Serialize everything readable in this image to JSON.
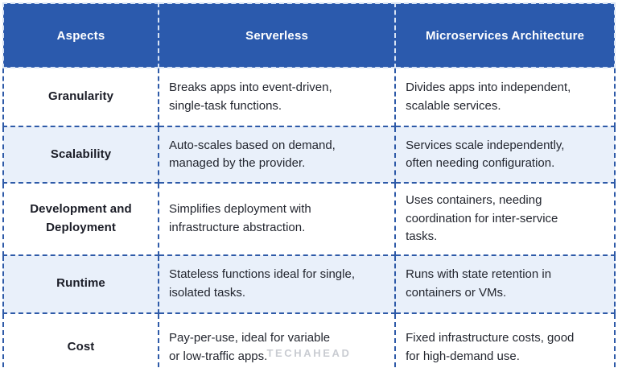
{
  "colors": {
    "header_bg": "#2B5AAD",
    "header_text": "#FFFFFF",
    "header_border_dashed": "#D8E3F4",
    "body_border_dashed": "#2E5AA8",
    "row_bg": "#FFFFFF",
    "row_alt_bg": "#E9F0FA",
    "body_text": "#23262F",
    "aspect_text": "#1A1C26",
    "watermark_text": "#C9CCD2"
  },
  "table": {
    "columns": [
      {
        "label": "Aspects"
      },
      {
        "label": "Serverless"
      },
      {
        "label": "Microservices Architecture"
      }
    ],
    "rows": [
      {
        "aspect": "Granularity",
        "serverless": "Breaks apps into event-driven,\nsingle-task functions.",
        "microservices": "Divides apps into independent,\nscalable services."
      },
      {
        "aspect": "Scalability",
        "serverless": "Auto-scales based on demand,\nmanaged by the provider.",
        "microservices": "Services scale independently,\noften needing configuration."
      },
      {
        "aspect": "Development and\nDeployment",
        "serverless": "Simplifies deployment with\ninfrastructure abstraction.",
        "microservices": "Uses containers, needing\ncoordination for inter-service\ntasks."
      },
      {
        "aspect": "Runtime",
        "serverless": "Stateless functions ideal for single,\nisolated tasks.",
        "microservices": "Runs with state retention in\ncontainers or VMs."
      },
      {
        "aspect": "Cost",
        "serverless": "Pay-per-use, ideal for variable\nor low-traffic apps.",
        "microservices": "Fixed infrastructure costs, good\nfor high-demand use."
      }
    ]
  },
  "watermark": "TECHAHEAD"
}
